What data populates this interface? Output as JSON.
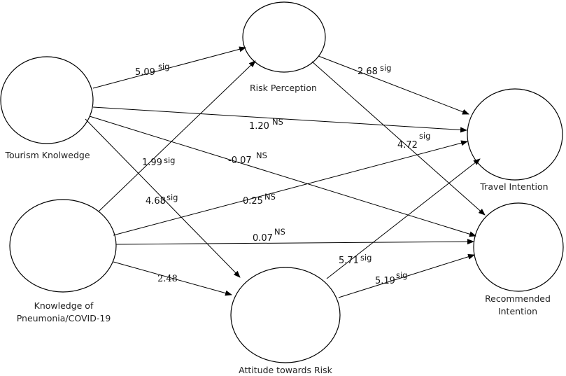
{
  "nodes": {
    "tourism_knowledge": "Tourism Knolwedge",
    "knowledge_covid_line1": "Knowledge of",
    "knowledge_covid_line2": "Pneumonia/COVID-19",
    "risk_perception": "Risk Perception",
    "attitude_risk": "Attitude towards Risk",
    "travel_intention": "Travel Intention",
    "recommended_line1": "Recommended",
    "recommended_line2": "Intention"
  },
  "paths": [
    {
      "from": "Tourism Knolwedge",
      "to": "Risk Perception",
      "value": "5.09",
      "sig": "sig"
    },
    {
      "from": "Tourism Knolwedge",
      "to": "Travel Intention",
      "value": "1.20",
      "sig": "NS"
    },
    {
      "from": "Tourism Knolwedge",
      "to": "Recommended Intention",
      "value": "-0.07",
      "sig": "NS"
    },
    {
      "from": "Tourism Knolwedge",
      "to": "Attitude towards Risk",
      "value": "4.68",
      "sig": "sig"
    },
    {
      "from": "Knowledge of Pneumonia/COVID-19",
      "to": "Risk Perception",
      "value": "1.99",
      "sig": "sig"
    },
    {
      "from": "Knowledge of Pneumonia/COVID-19",
      "to": "Travel Intention",
      "value": "0.25",
      "sig": "NS"
    },
    {
      "from": "Knowledge of Pneumonia/COVID-19",
      "to": "Recommended Intention",
      "value": "0.07",
      "sig": "NS"
    },
    {
      "from": "Knowledge of Pneumonia/COVID-19",
      "to": "Attitude towards Risk",
      "value": "2.48",
      "sig": ""
    },
    {
      "from": "Risk Perception",
      "to": "Travel Intention",
      "value": "2.68",
      "sig": "sig"
    },
    {
      "from": "Risk Perception",
      "to": "Recommended Intention",
      "value": "4.72",
      "sig": "sig"
    },
    {
      "from": "Attitude towards Risk",
      "to": "Travel Intention",
      "value": "5.71",
      "sig": "sig"
    },
    {
      "from": "Attitude towards Risk",
      "to": "Recommended Intention",
      "value": "5.19",
      "sig": "sig"
    }
  ]
}
